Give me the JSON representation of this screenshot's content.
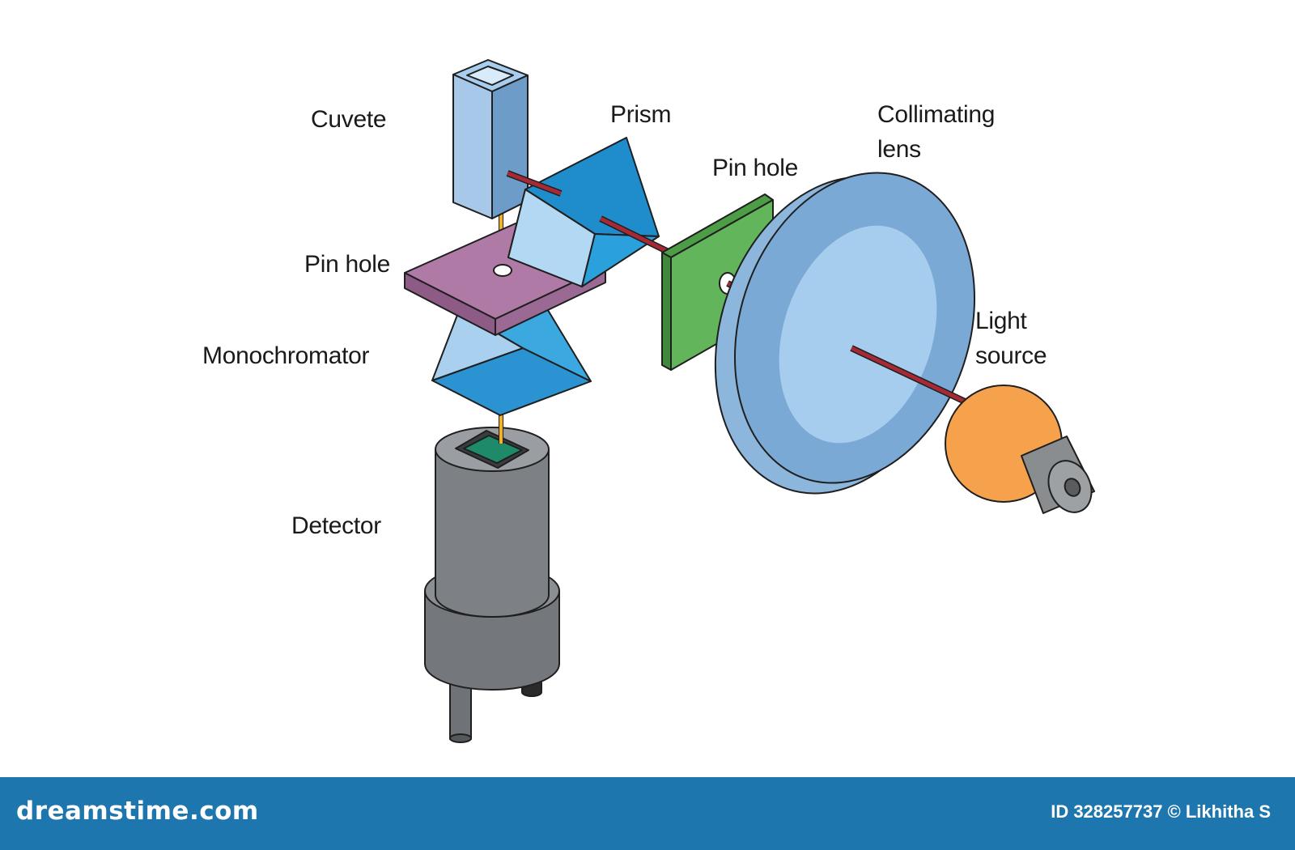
{
  "labels": {
    "cuvete": "Cuvete",
    "prism": "Prism",
    "collimating_lens": [
      "Collimating",
      "lens"
    ],
    "pin_hole_right": "Pin hole",
    "pin_hole_left": "Pin hole",
    "monochromator": "Monochromator",
    "light_source": [
      "Light",
      "source"
    ],
    "detector": "Detector"
  },
  "footer": {
    "brand": "dreamstime.com",
    "credit": "ID 328257737 © Likhitha S"
  },
  "colors": {
    "light_beam": "#a52a35",
    "yellow_beam": "#f4b120",
    "cuvette": "#a8c8ea",
    "prism": "#2e9fdc",
    "pinhole_plate": "#b07aa6",
    "green_plate": "#63b55b",
    "lens": "#7aa9d6",
    "bulb": "#f6a24c",
    "detector": "#7b7f84",
    "footer": "#1d77ae"
  }
}
